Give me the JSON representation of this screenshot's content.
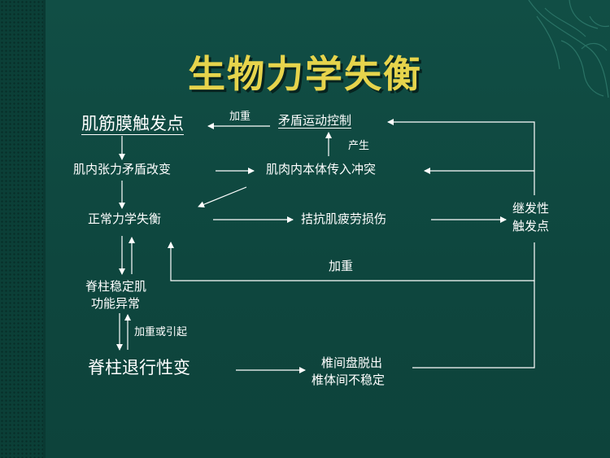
{
  "title": "生物力学失衡",
  "nodes": {
    "trigger_point": "肌筋膜触发点",
    "antagonist_control": "矛盾运动控制",
    "tension_change": "肌内张力矛盾改变",
    "proprioception_conflict": "肌肉内本体传入冲突",
    "normal_imbalance": "正常力学失衡",
    "fatigue_injury": "拮抗肌疲劳损伤",
    "secondary_trigger_1": "继发性",
    "secondary_trigger_2": "触发点",
    "spine_dysfunction_1": "脊柱稳定肌",
    "spine_dysfunction_2": "功能异常",
    "spine_degeneration": "脊柱退行性变",
    "disc_herniation_1": "椎间盘脱出",
    "disc_herniation_2": "椎体间不稳定"
  },
  "edge_labels": {
    "aggravate_top": "加重",
    "produce": "产生",
    "aggravate_mid": "加重",
    "aggravate_or_cause": "加重或引起"
  }
}
